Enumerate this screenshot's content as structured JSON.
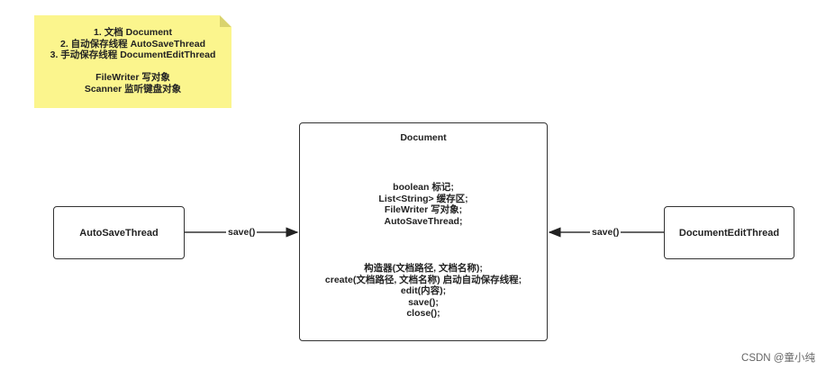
{
  "note": {
    "lines": [
      "1. 文档 Document",
      "2. 自动保存线程 AutoSaveThread",
      "3. 手动保存线程 DocumentEditThread"
    ],
    "lines2": [
      "FileWriter 写对象",
      "Scanner 监听键盘对象"
    ]
  },
  "autosave_box": {
    "label": "AutoSaveThread"
  },
  "document_box": {
    "title": "Document",
    "fields": [
      "boolean 标记;",
      "List<String> 缓存区;",
      "FileWriter 写对象;",
      "AutoSaveThread;"
    ],
    "methods": [
      "构造器(文档路径, 文档名称);",
      "create(文档路径, 文档名称) 启动自动保存线程;",
      "edit(内容);",
      "save();",
      "close();"
    ]
  },
  "edit_box": {
    "label": "DocumentEditThread"
  },
  "arrows": {
    "left_label": "save()",
    "right_label": "save()"
  },
  "watermark": "CSDN @童小纯"
}
